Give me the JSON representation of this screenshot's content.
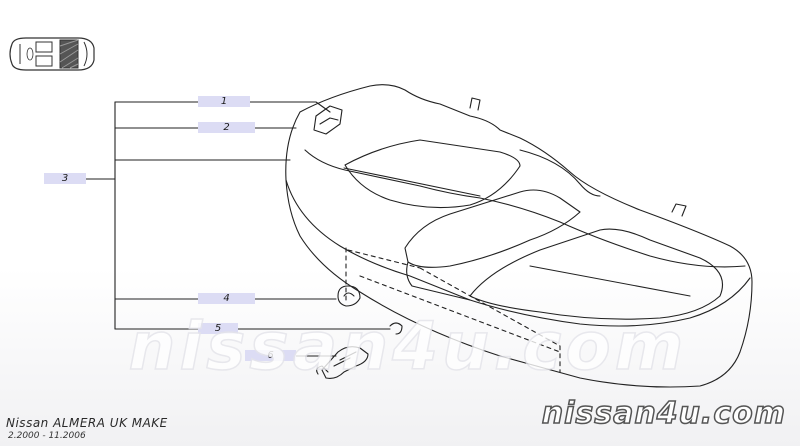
{
  "diagram": {
    "parts": [
      {
        "ref": "1"
      },
      {
        "ref": "2"
      },
      {
        "ref": "3"
      },
      {
        "ref": "4"
      },
      {
        "ref": "5"
      },
      {
        "ref": "6"
      }
    ],
    "colors": {
      "label_bg": "#dcdcf4",
      "line": "#222222"
    }
  },
  "footer": {
    "model": "Nissan ALMERA UK MAKE",
    "period": "2.2000 - 11.2006",
    "site": "nissan4u.com"
  },
  "watermark": {
    "text": "nissan4u.com"
  },
  "icons": {
    "car": "car-top-view-icon"
  }
}
